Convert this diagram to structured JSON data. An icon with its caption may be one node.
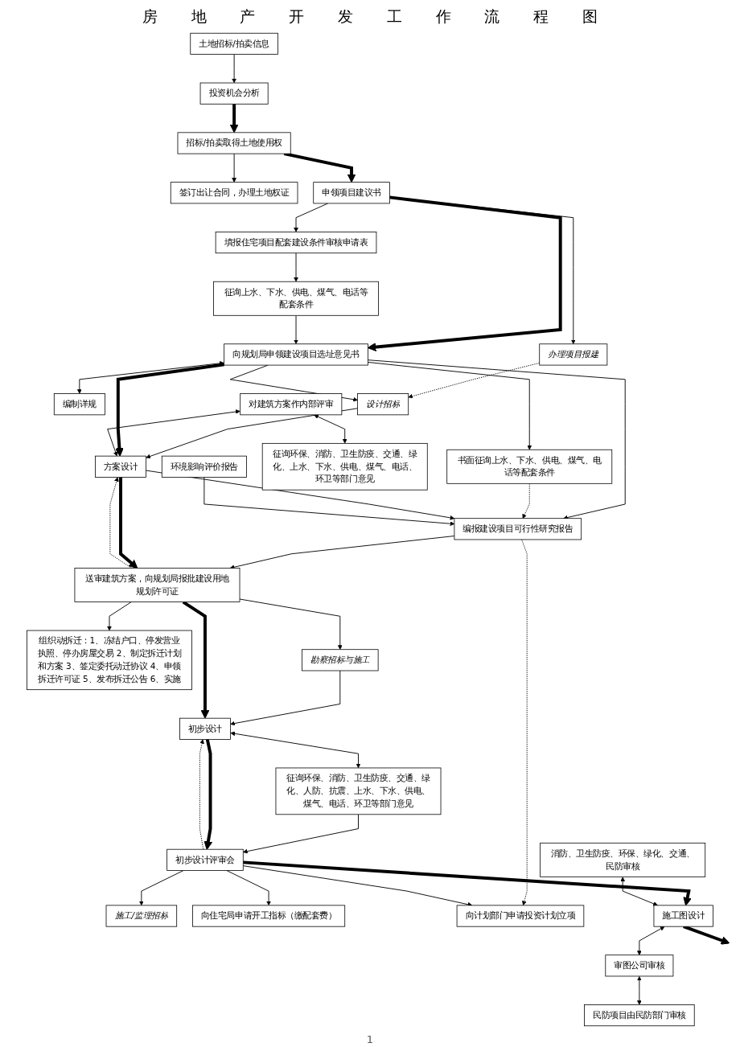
{
  "diagram": {
    "title": "房地产开发工作流程图",
    "nodes": [
      {
        "text": [
          "土地招标/拍卖信息"
        ]
      },
      {
        "text": [
          "投资机会分析"
        ]
      },
      {
        "text": [
          "签订出让合同，办理土地权证"
        ]
      },
      {
        "text": [
          "招标/拍卖取得土地使用权"
        ]
      },
      {
        "text": [
          "办理项目报建"
        ]
      },
      {
        "text": [
          "申领项目建议书"
        ]
      },
      {
        "text": [
          "填报住宅项目配套建设条件审核申请表"
        ]
      },
      {
        "text": [
          "编制详规"
        ]
      },
      {
        "text": [
          "向规划局申领建设项目选址意见书"
        ]
      },
      {
        "text": [
          "征询上水、下水、供电、煤气、电话等配套条件"
        ]
      },
      {
        "text": [
          "设计招标"
        ]
      },
      {
        "text": [
          "书面征询上水、下水、供电、煤气、电话等配套条件"
        ]
      },
      {
        "text": [
          "对建筑方案作内部评审"
        ]
      },
      {
        "text": [
          "方案设计"
        ]
      },
      {
        "text": [
          "编报建设项目可行性研究报告"
        ]
      },
      {
        "text": [
          "征询环保、消防、卫生防疫、交通、绿化、上水、下水、供电、煤气、电话、环卫等部门意见"
        ]
      },
      {
        "text": [
          "送审建筑方案，向规划局报批建设用地规划许可证"
        ]
      },
      {
        "text": [
          "环境影响评价报告"
        ]
      },
      {
        "text": [
          "组织动拆迁：1、冻结户口、停发营业执照、停办房屋交易 2、制定拆迁计划和方案 3、签定委托动迁协议 4、申领拆迁许可证 5、发布拆迁公告 6、实施"
        ]
      },
      {
        "text": [
          "勘察招标与施工"
        ]
      },
      {
        "text": [
          "初步设计"
        ]
      },
      {
        "text": [
          "征询环保、消防、卫生防疫、交通、绿化、人防、抗震、上水、下水、供电、煤气、电话、环卫等部门意见"
        ]
      },
      {
        "text": [
          "初步设计评审会"
        ]
      },
      {
        "text": [
          "施工/监理招标"
        ]
      },
      {
        "text": [
          "向住宅局申请开工指标（缴配套费）"
        ]
      },
      {
        "text": [
          "向计划部门申请投资计划立项"
        ]
      },
      {
        "text": [
          "消防、卫生防疫、环保、绿化、交通、民防审核"
        ]
      },
      {
        "text": [
          "施工图设计"
        ]
      },
      {
        "text": [
          "审图公司审核"
        ]
      },
      {
        "text": [
          "民防项目由民防部门审核"
        ]
      }
    ],
    "edges": [
      {
        "from": 0,
        "to": 1,
        "arrow": "to"
      },
      {
        "from": 1,
        "to": 3,
        "arrow": "to",
        "style": "thick"
      },
      {
        "from": 3,
        "to": 2,
        "arrow": "to"
      },
      {
        "from": 3,
        "to": 5,
        "arrow": "to",
        "style": "thick"
      },
      {
        "from": 5,
        "to": 4,
        "arrow": "to"
      },
      {
        "from": 5,
        "to": 6,
        "arrow": "to"
      },
      {
        "from": 5,
        "to": 8,
        "arrow": "to",
        "style": "thick"
      },
      {
        "from": 4,
        "to": 10,
        "arrow": "to",
        "style": "dashed"
      },
      {
        "from": 8,
        "to": 7,
        "arrow": "both"
      },
      {
        "from": 6,
        "to": 9,
        "arrow": "to"
      },
      {
        "from": 9,
        "to": 8,
        "arrow": "to"
      },
      {
        "from": 8,
        "to": 10,
        "arrow": "to"
      },
      {
        "from": 8,
        "to": 11,
        "arrow": "to"
      },
      {
        "from": 8,
        "to": 14,
        "arrow": "to"
      },
      {
        "from": 11,
        "to": 14,
        "arrow": "to",
        "style": "dashed"
      },
      {
        "from": 10,
        "to": 13,
        "arrow": "to"
      },
      {
        "from": 8,
        "to": 13,
        "arrow": "to",
        "style": "thick"
      },
      {
        "from": 12,
        "to": 13,
        "arrow": "both"
      },
      {
        "from": 13,
        "to": 14,
        "arrow": "to"
      },
      {
        "from": 12,
        "to": 15,
        "arrow": "both"
      },
      {
        "from": 14,
        "to": 25,
        "arrow": "to",
        "style": "dashed"
      },
      {
        "from": 16,
        "to": 13,
        "arrow": "to",
        "style": "dashed"
      },
      {
        "from": 14,
        "to": 16,
        "arrow": "to"
      },
      {
        "from": 17,
        "to": 14,
        "arrow": "to"
      },
      {
        "from": 13,
        "to": 16,
        "arrow": "to",
        "style": "thick"
      },
      {
        "from": 16,
        "to": 18,
        "arrow": "to"
      },
      {
        "from": 16,
        "to": 19,
        "arrow": "to"
      },
      {
        "from": 19,
        "to": 20,
        "arrow": "to"
      },
      {
        "from": 16,
        "to": 20,
        "arrow": "to",
        "style": "thick"
      },
      {
        "from": 20,
        "to": 21,
        "arrow": "both"
      },
      {
        "from": 22,
        "to": 20,
        "arrow": "to",
        "style": "dashed"
      },
      {
        "from": 21,
        "to": 22,
        "arrow": "to"
      },
      {
        "from": 20,
        "to": 22,
        "arrow": "to",
        "style": "thick"
      },
      {
        "from": 22,
        "to": 23,
        "arrow": "to"
      },
      {
        "from": 22,
        "to": 24,
        "arrow": "to"
      },
      {
        "from": 22,
        "to": 25,
        "arrow": "to"
      },
      {
        "from": 22,
        "to": 27,
        "arrow": "to",
        "style": "thick"
      },
      {
        "from": 26,
        "to": 27,
        "arrow": "both"
      },
      {
        "from": 27,
        "to": 28,
        "arrow": "both"
      },
      {
        "from": 28,
        "to": 29,
        "arrow": "both"
      },
      {
        "from": 27,
        "to": null,
        "arrow": "to",
        "style": "thick"
      }
    ],
    "labels": [
      "1"
    ]
  }
}
